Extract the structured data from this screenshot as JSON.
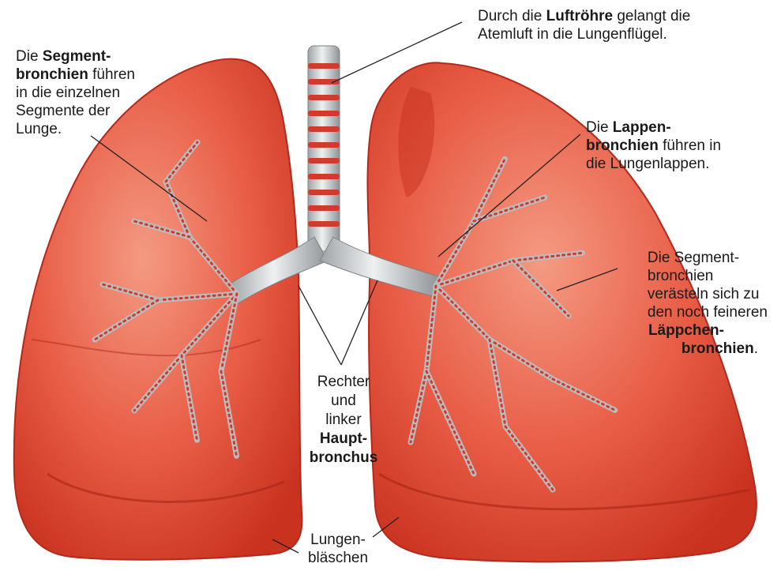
{
  "diagram": {
    "colors": {
      "lung": "#e2523d",
      "lung_light": "#f08a73",
      "lung_dark": "#b8281c",
      "bronchus_silver": "#cfd2d4",
      "bronchus_red": "#d23a2c",
      "leader_line": "#222222"
    },
    "labels": {
      "trachea": {
        "line1_pre": "Durch die ",
        "line1_bold": "Luftröhre",
        "line1_post": " gelangt die",
        "line2": "Atemluft in die Lungenflügel."
      },
      "segment_left": {
        "line1_pre": "Die ",
        "line1_bold": "Segment-",
        "line2_bold": "bronchien",
        "line2_post": " führen",
        "line3": "in die einzelnen",
        "line4": "Segmente der",
        "line5": "Lunge."
      },
      "lobar": {
        "line1_pre": "Die ",
        "line1_bold": "Lappen-",
        "line2_bold": "bronchien",
        "line2_post": " führen in",
        "line3": "die Lungenlappen."
      },
      "segment_right": {
        "line1": "Die Segment-",
        "line2": "bronchien",
        "line3": "verästeln sich zu",
        "line4": "den noch feineren",
        "line5_bold": "Läppchen-",
        "line6_bold": "bronchien",
        "line6_post": "."
      },
      "main_bronchus": {
        "line1": "Rechter",
        "line2": "und",
        "line3": "linker",
        "line4_bold": "Haupt-",
        "line5_bold": "bronchus"
      },
      "alveoli": {
        "line1": "Lungen-",
        "line2": "bläschen"
      }
    }
  }
}
